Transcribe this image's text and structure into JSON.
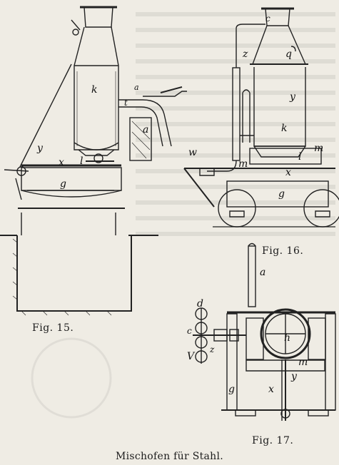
{
  "figures": [
    {
      "caption": "Fig. 15.",
      "labels": {
        "k": "k",
        "a": "a",
        "t": "t",
        "a1": "a",
        "y": "y",
        "l": "l",
        "x": "x",
        "g": "g"
      }
    },
    {
      "caption": "Fig. 16.",
      "labels": {
        "c": "c",
        "z1": "z",
        "q": "q",
        "y": "y",
        "k": "k",
        "w": "w",
        "l": "l",
        "m1": "m",
        "m2": "m",
        "x": "x",
        "g": "g"
      }
    },
    {
      "caption": "Fig. 17.",
      "labels": {
        "a": "a",
        "d": "d",
        "c": "c",
        "z1": "z",
        "v": "V",
        "h": "h",
        "m": "m",
        "y": "y",
        "x": "x",
        "g": "g"
      }
    }
  ],
  "page_title": "Mischofen für Stahl."
}
